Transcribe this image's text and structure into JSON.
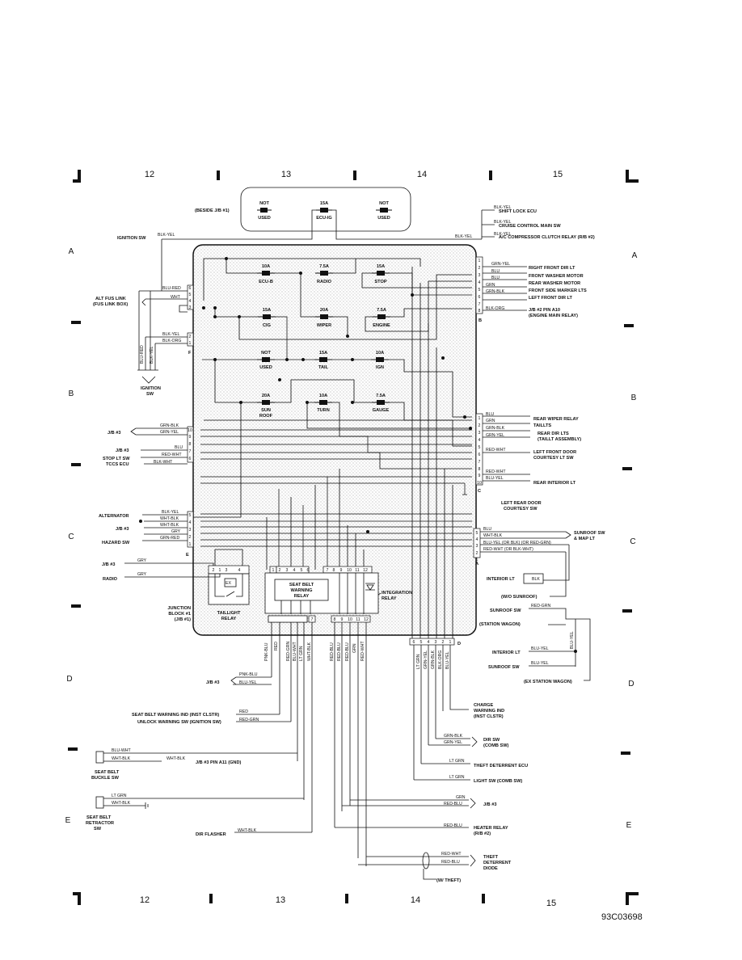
{
  "grid": {
    "columns": [
      "12",
      "13",
      "14",
      "15"
    ],
    "rows": [
      "A",
      "B",
      "C",
      "D",
      "E"
    ]
  },
  "top_fuse_box": {
    "location": "(BESIDE J/B #1)",
    "fuses": [
      {
        "rating": "NOT",
        "name": "USED"
      },
      {
        "rating": "15A",
        "name": "ECU-IG"
      },
      {
        "rating": "NOT",
        "name": "USED"
      }
    ]
  },
  "junction_block": {
    "name": "JUNCTION BLOCK #1",
    "ref": "(J/B #1)",
    "fuses": [
      {
        "rating": "10A",
        "name": "ECU-B"
      },
      {
        "rating": "7.5A",
        "name": "RADIO"
      },
      {
        "rating": "15A",
        "name": "STOP"
      },
      {
        "rating": "15A",
        "name": "CIG"
      },
      {
        "rating": "20A",
        "name": "WIPER"
      },
      {
        "rating": "7.5A",
        "name": "ENGINE"
      },
      {
        "rating": "NOT",
        "name": "USED"
      },
      {
        "rating": "15A",
        "name": "TAIL"
      },
      {
        "rating": "10A",
        "name": "IGN"
      },
      {
        "rating": "20A",
        "name": "SUN ROOF"
      },
      {
        "rating": "10A",
        "name": "TURN"
      },
      {
        "rating": "7.5A",
        "name": "GAUGE"
      }
    ],
    "taillight_relay": "TAILLIGHT RELAY",
    "seat_belt_relay": "SEAT BELT WARNING RELAY",
    "integration_relay": "INTEGRATION RELAY",
    "ex_label": "EX"
  },
  "connector_letters": [
    "A",
    "B",
    "C",
    "D",
    "E",
    "F"
  ],
  "left_connections": [
    {
      "wire": "BLU-RED",
      "dest": ""
    },
    {
      "wire": "WHT",
      "dest": "ALT FUS LINK (FUS LINK BOX)"
    },
    {
      "wire": "BLK-YEL",
      "dest": ""
    },
    {
      "wire": "BLK-ORG",
      "dest": ""
    },
    {
      "wire": "BLU-RED",
      "dest": ""
    },
    {
      "wire": "BLK-YEL",
      "dest": "IGNITION SW"
    },
    {
      "wire": "BLK-YEL",
      "dest": "IGNITION SW"
    },
    {
      "wire": "GRN-BLK",
      "dest": "J/B #3"
    },
    {
      "wire": "GRN-YEL",
      "dest": ""
    },
    {
      "wire": "BLU",
      "dest": "J/B #3"
    },
    {
      "wire": "RED-WHT",
      "dest": "STOP LT SW"
    },
    {
      "wire": "BLK-WHT",
      "dest": "TCCS ECU"
    },
    {
      "wire": "BLK-YEL",
      "dest": "ALTERNATOR"
    },
    {
      "wire": "WHT-BLK",
      "dest": ""
    },
    {
      "wire": "WHT-BLK",
      "dest": "J/B #3"
    },
    {
      "wire": "GRY",
      "dest": ""
    },
    {
      "wire": "GRN-RED",
      "dest": "HAZARD SW"
    },
    {
      "wire": "GRY",
      "dest": "J/B #3"
    },
    {
      "wire": "GRY",
      "dest": "RADIO"
    }
  ],
  "right_connections": [
    {
      "wire": "BLK-YEL",
      "dest": "SHIFT LOCK ECU"
    },
    {
      "wire": "BLK-YEL",
      "dest": "CRUISE CONTROL MAIN SW"
    },
    {
      "wire": "BLK-YEL",
      "dest": "A/C COMPRESSOR CLUTCH RELAY (R/B #2)"
    },
    {
      "wire": "GRN-YEL",
      "dest": "RIGHT FRONT DIR LT"
    },
    {
      "wire": "BLU",
      "dest": "FRONT WASHER MOTOR"
    },
    {
      "wire": "BLU",
      "dest": "REAR WASHER MOTOR"
    },
    {
      "wire": "GRN",
      "dest": "FRONT SIDE MARKER LTS"
    },
    {
      "wire": "GRN-BLK",
      "dest": "LEFT FRONT DIR LT"
    },
    {
      "wire": "BLK-ORG",
      "dest": "J/B #2 PIN A10 (ENGINE MAIN RELAY)"
    },
    {
      "wire": "BLU",
      "dest": "REAR WIPER RELAY"
    },
    {
      "wire": "GRN",
      "dest": "TAILLTS"
    },
    {
      "wire": "GRN-BLK",
      "dest": "REAR DIR LTS"
    },
    {
      "wire": "GRN-YEL",
      "dest": "(TAILLT ASSEMBLY)"
    },
    {
      "wire": "RED-WHT",
      "dest": "LEFT FRONT DOOR COURTESY LT SW"
    },
    {
      "wire": "RED-WHT",
      "dest": ""
    },
    {
      "wire": "BLU-YEL",
      "dest": "REAR INTERIOR LT"
    },
    {
      "wire": "",
      "dest": "LEFT REAR DOOR COURTESY SW"
    },
    {
      "wire": "BLU",
      "dest": "SUNROOF SW & MAP LT"
    },
    {
      "wire": "WHT-BLK",
      "dest": ""
    },
    {
      "wire": "BLU-YEL (OR BLK) (OR RED-GRN)",
      "dest": ""
    },
    {
      "wire": "RED-WHT (OR BLK-WHT)",
      "dest": ""
    },
    {
      "wire": "BLK",
      "dest": "INTERIOR LT"
    },
    {
      "wire": "",
      "dest": "(W/O SUNROOF)"
    },
    {
      "wire": "RED-GRN",
      "dest": "SUNROOF SW"
    },
    {
      "wire": "",
      "dest": "(STATION WAGON)"
    },
    {
      "wire": "BLU-YEL",
      "dest": "INTERIOR LT"
    },
    {
      "wire": "BLU-YEL",
      "dest": "SUNROOF SW"
    },
    {
      "wire": "BLU-YEL",
      "dest": ""
    },
    {
      "wire": "",
      "dest": "(EX STATION WAGON)"
    }
  ],
  "bottom_vertical_wires": [
    "PNK-BLU",
    "RED",
    "RED-GRN",
    "BLU-WHT",
    "LT GRN",
    "WHT-BLK",
    "RED-BLU",
    "RED-BLU",
    "RED-BLU",
    "GRN",
    "RED-WHT",
    "LT GRN",
    "GRN-YEL",
    "GRN-BLK",
    "BLK-ORG",
    "BLU-YEL"
  ],
  "bottom_connections": [
    {
      "wire": "PNK-BLU",
      "dest": "J/B #3"
    },
    {
      "wire": "BLU-YEL",
      "dest": ""
    },
    {
      "wire": "RED",
      "dest": "SEAT BELT WARNING IND (INST CLSTR)"
    },
    {
      "wire": "RED-GRN",
      "dest": "UNLOCK WARNING SW (IGNITION SW)"
    },
    {
      "wire": "BLU-WHT",
      "dest": ""
    },
    {
      "wire": "WHT-BLK",
      "dest": "SEAT BELT BUCKLE SW"
    },
    {
      "wire": "WHT-BLK",
      "dest": "J/B #3 PIN A11 (GND)"
    },
    {
      "wire": "LT GRN",
      "dest": ""
    },
    {
      "wire": "WHT-BLK",
      "dest": "SEAT BELT RETRACTOR SW"
    },
    {
      "wire": "WHT-BLK",
      "dest": "DIR FLASHER"
    },
    {
      "wire": "",
      "dest": "CHARGE WARNING IND (INST CLSTR)"
    },
    {
      "wire": "GRN-BLK",
      "dest": "DIR SW"
    },
    {
      "wire": "GRN-YEL",
      "dest": "(COMB SW)"
    },
    {
      "wire": "LT GRN",
      "dest": "THEFT DETERRENT ECU"
    },
    {
      "wire": "LT GRN",
      "dest": "LIGHT SW (COMB SW)"
    },
    {
      "wire": "GRN",
      "dest": "J/B #3"
    },
    {
      "wire": "RED-BLU",
      "dest": ""
    },
    {
      "wire": "RED-BLU",
      "dest": "HEATER RELAY (R/B #2)"
    },
    {
      "wire": "RED-WHT",
      "dest": "THEFT DETERRENT DIODE"
    },
    {
      "wire": "RED-BLU",
      "dest": ""
    },
    {
      "wire": "",
      "dest": "(W/ THEFT)"
    }
  ],
  "figure_id": "93C03698"
}
